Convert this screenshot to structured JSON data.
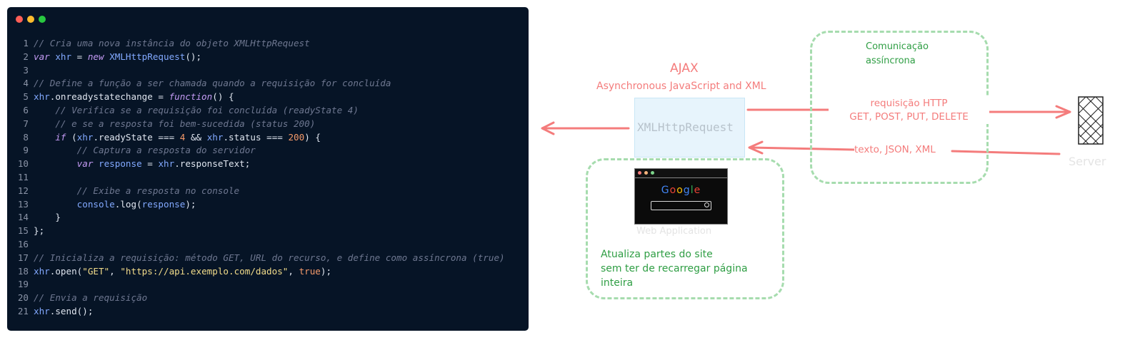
{
  "window_controls": {
    "colors": [
      "#ff5f57",
      "#febc2e",
      "#28c840"
    ],
    "names": [
      "close-dot",
      "minimize-dot",
      "maximize-dot"
    ]
  },
  "code": {
    "lines": [
      [
        {
          "t": "c",
          "v": "// Cria uma nova instância do objeto XMLHttpRequest"
        }
      ],
      [
        {
          "t": "k",
          "v": "var"
        },
        {
          "t": "p",
          "v": " "
        },
        {
          "t": "v",
          "v": "xhr"
        },
        {
          "t": "p",
          "v": " = "
        },
        {
          "t": "k",
          "v": "new"
        },
        {
          "t": "p",
          "v": " "
        },
        {
          "t": "v",
          "v": "XMLHttpRequest"
        },
        {
          "t": "p",
          "v": "();"
        }
      ],
      [],
      [
        {
          "t": "c",
          "v": "// Define a função a ser chamada quando a requisição for concluída"
        }
      ],
      [
        {
          "t": "v",
          "v": "xhr"
        },
        {
          "t": "p",
          "v": ".onreadystatechange = "
        },
        {
          "t": "k",
          "v": "function"
        },
        {
          "t": "p",
          "v": "() {"
        }
      ],
      [
        {
          "t": "p",
          "v": "    "
        },
        {
          "t": "c",
          "v": "// Verifica se a requisição foi concluída (readyState 4)"
        }
      ],
      [
        {
          "t": "p",
          "v": "    "
        },
        {
          "t": "c",
          "v": "// e se a resposta foi bem-sucedida (status 200)"
        }
      ],
      [
        {
          "t": "p",
          "v": "    "
        },
        {
          "t": "k",
          "v": "if"
        },
        {
          "t": "p",
          "v": " ("
        },
        {
          "t": "v",
          "v": "xhr"
        },
        {
          "t": "p",
          "v": ".readyState === "
        },
        {
          "t": "n",
          "v": "4"
        },
        {
          "t": "p",
          "v": " && "
        },
        {
          "t": "v",
          "v": "xhr"
        },
        {
          "t": "p",
          "v": ".status === "
        },
        {
          "t": "n",
          "v": "200"
        },
        {
          "t": "p",
          "v": ") {"
        }
      ],
      [
        {
          "t": "p",
          "v": "        "
        },
        {
          "t": "c",
          "v": "// Captura a resposta do servidor"
        }
      ],
      [
        {
          "t": "p",
          "v": "        "
        },
        {
          "t": "k",
          "v": "var"
        },
        {
          "t": "p",
          "v": " "
        },
        {
          "t": "v",
          "v": "response"
        },
        {
          "t": "p",
          "v": " = "
        },
        {
          "t": "v",
          "v": "xhr"
        },
        {
          "t": "p",
          "v": ".responseText;"
        }
      ],
      [],
      [
        {
          "t": "p",
          "v": "        "
        },
        {
          "t": "c",
          "v": "// Exibe a resposta no console"
        }
      ],
      [
        {
          "t": "p",
          "v": "        "
        },
        {
          "t": "v",
          "v": "console"
        },
        {
          "t": "p",
          "v": ".log("
        },
        {
          "t": "v",
          "v": "response"
        },
        {
          "t": "p",
          "v": ");"
        }
      ],
      [
        {
          "t": "p",
          "v": "    }"
        }
      ],
      [
        {
          "t": "p",
          "v": "};"
        }
      ],
      [],
      [
        {
          "t": "c",
          "v": "// Inicializa a requisição: método GET, URL do recurso, e define como assíncrona (true)"
        }
      ],
      [
        {
          "t": "v",
          "v": "xhr"
        },
        {
          "t": "p",
          "v": ".open("
        },
        {
          "t": "s",
          "v": "\"GET\""
        },
        {
          "t": "p",
          "v": ", "
        },
        {
          "t": "s",
          "v": "\"https://api.exemplo.com/dados\""
        },
        {
          "t": "p",
          "v": ", "
        },
        {
          "t": "b",
          "v": "true"
        },
        {
          "t": "p",
          "v": ");"
        }
      ],
      [],
      [
        {
          "t": "c",
          "v": "// Envia a requisição"
        }
      ],
      [
        {
          "t": "v",
          "v": "xhr"
        },
        {
          "t": "p",
          "v": ".send();"
        }
      ]
    ]
  },
  "diagram": {
    "ajax_title": "AJAX",
    "ajax_subtitle": "Asynchronous JavaScript and XML",
    "xhr_label": "XMLHttpRequest",
    "async_label": "Comunicação\nassíncrona",
    "request_label": "requisição HTTP\nGET, POST, PUT, DELETE",
    "response_label": "texto, JSON, XML",
    "server_label": "Server",
    "web_app_label": "Web Application",
    "google_letters": [
      {
        "ch": "G",
        "color": "#4285f4"
      },
      {
        "ch": "o",
        "color": "#ea4335"
      },
      {
        "ch": "o",
        "color": "#fbbc05"
      },
      {
        "ch": "g",
        "color": "#4285f4"
      },
      {
        "ch": "l",
        "color": "#34a853"
      },
      {
        "ch": "e",
        "color": "#ea4335"
      }
    ],
    "update_label": "Atualiza partes do site\nsem ter de recarregar página\ninteira",
    "colors": {
      "arrow": "#f47c7c",
      "ajax_text": "#f47c7c",
      "green_text": "#2f9e44",
      "dashed_border": "#a6dcae",
      "xhr_fill": "#e7f4fc",
      "faded_label": "#e4e4e4"
    }
  }
}
